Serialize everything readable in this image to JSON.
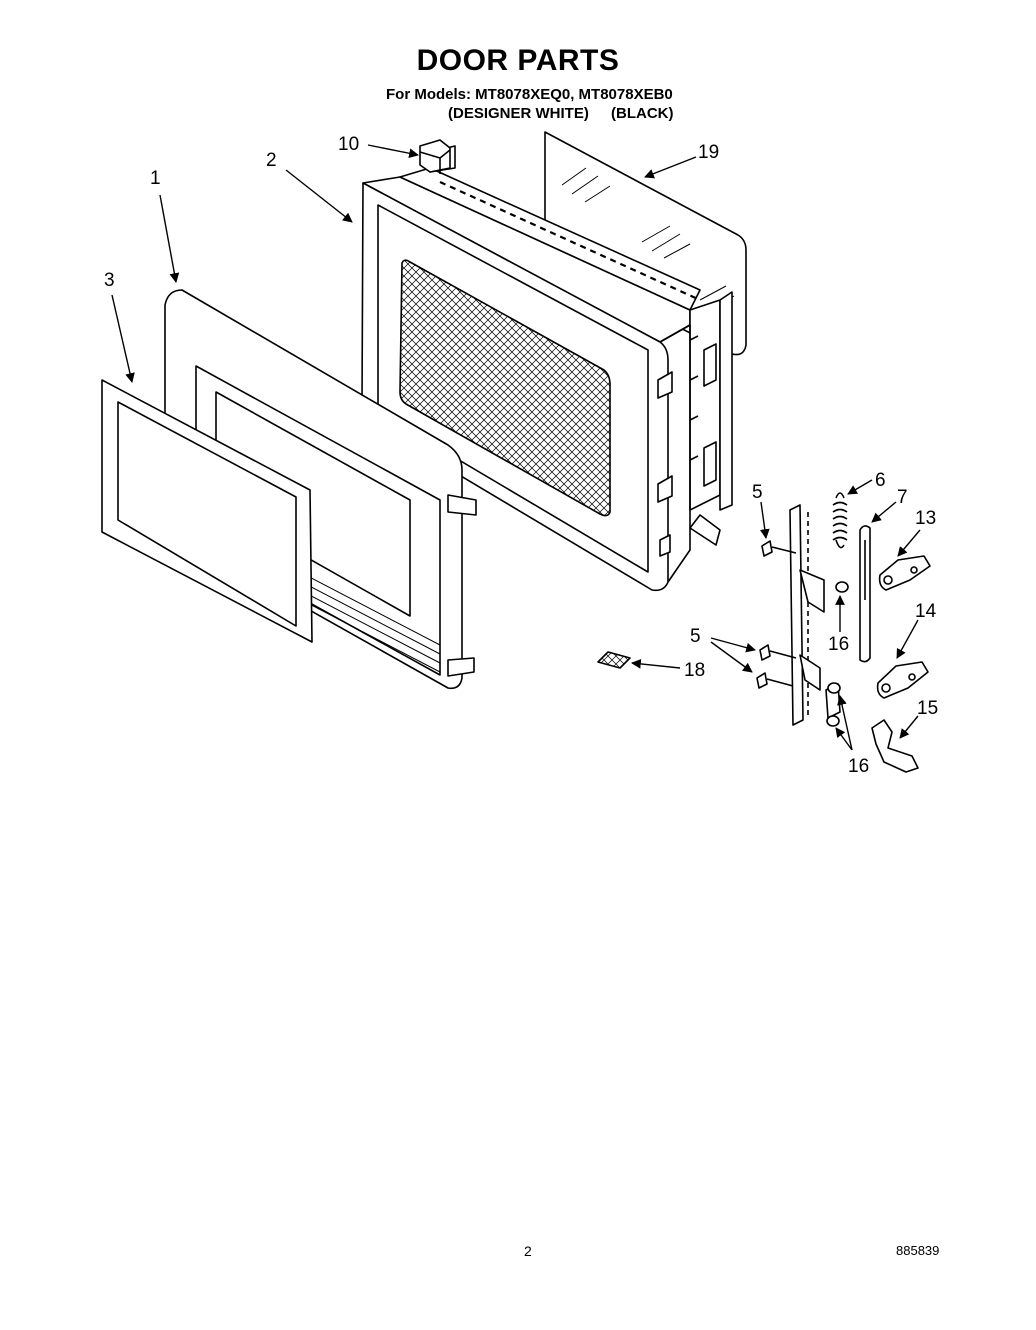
{
  "header": {
    "title": "DOOR PARTS",
    "models_line": "For Models: MT8078XEQ0, MT8078XEB0",
    "variant_white": "(DESIGNER WHITE)",
    "variant_black": "(BLACK)"
  },
  "callouts": {
    "c1": "1",
    "c2": "2",
    "c3": "3",
    "c5a": "5",
    "c5b": "5",
    "c6": "6",
    "c7": "7",
    "c10": "10",
    "c13": "13",
    "c14": "14",
    "c15": "15",
    "c16a": "16",
    "c16b": "16",
    "c18": "18",
    "c19": "19"
  },
  "footer": {
    "page_number": "2",
    "doc_id": "885839"
  }
}
